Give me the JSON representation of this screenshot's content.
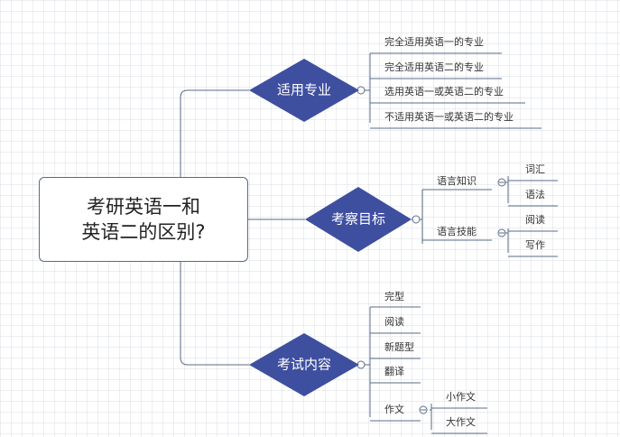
{
  "root": {
    "line1": "考研英语一和",
    "line2": "英语二的区别?"
  },
  "topics": {
    "majors": {
      "label": "适用专业",
      "items": [
        "完全适用英语一的专业",
        "完全适用英语二的专业",
        "选用英语一或英语二的专业",
        "不适用英语一或英语二的专业"
      ]
    },
    "goals": {
      "label": "考察目标",
      "knowledge": {
        "label": "语言知识",
        "items": [
          "词汇",
          "语法"
        ]
      },
      "skills": {
        "label": "语言技能",
        "items": [
          "阅读",
          "写作"
        ]
      }
    },
    "content": {
      "label": "考试内容",
      "items": [
        "完型",
        "阅读",
        "新题型",
        "翻译"
      ],
      "writing": {
        "label": "作文",
        "items": [
          "小作文",
          "大作文"
        ]
      }
    }
  },
  "colors": {
    "diamond": "#3f4fa0",
    "line": "#5a6b86",
    "text": "#333333"
  }
}
